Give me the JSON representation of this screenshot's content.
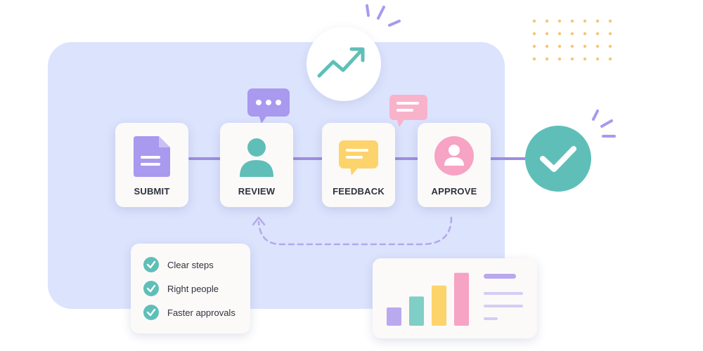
{
  "steps": [
    {
      "label": "SUBMIT",
      "icon": "document-icon",
      "color": "#a999ef"
    },
    {
      "label": "REVIEW",
      "icon": "user-icon",
      "color": "#5fbfb8"
    },
    {
      "label": "FEEDBACK",
      "icon": "message-icon",
      "color": "#fdd36b"
    },
    {
      "label": "APPROVE",
      "icon": "user-circle-icon",
      "color": "#f6a3c4"
    }
  ],
  "checklist": {
    "items": [
      "Clear steps",
      "Right people",
      "Faster approvals"
    ],
    "check_color": "#5fbfb8"
  },
  "chart_data": {
    "type": "bar",
    "title": "",
    "xlabel": "",
    "ylabel": "",
    "categories": [
      "",
      "",
      "",
      ""
    ],
    "values": [
      1,
      1.6,
      2.2,
      2.9
    ],
    "colors": [
      "#b9a9ef",
      "#7fcfc6",
      "#fdd36b",
      "#f6a3c4"
    ],
    "ylim": [
      0,
      3
    ],
    "grid": false
  },
  "colors": {
    "panel": "#dce3fd",
    "connector": "#9d8ee0",
    "accent_teal": "#5fbfb8",
    "accent_purple": "#a999ef",
    "accent_pink": "#f6a3c4",
    "accent_yellow": "#fdd36b"
  },
  "icons": [
    "trend-up-icon",
    "chat-dots-icon",
    "chat-lines-icon",
    "check-circle-icon",
    "loop-arrow-icon"
  ]
}
